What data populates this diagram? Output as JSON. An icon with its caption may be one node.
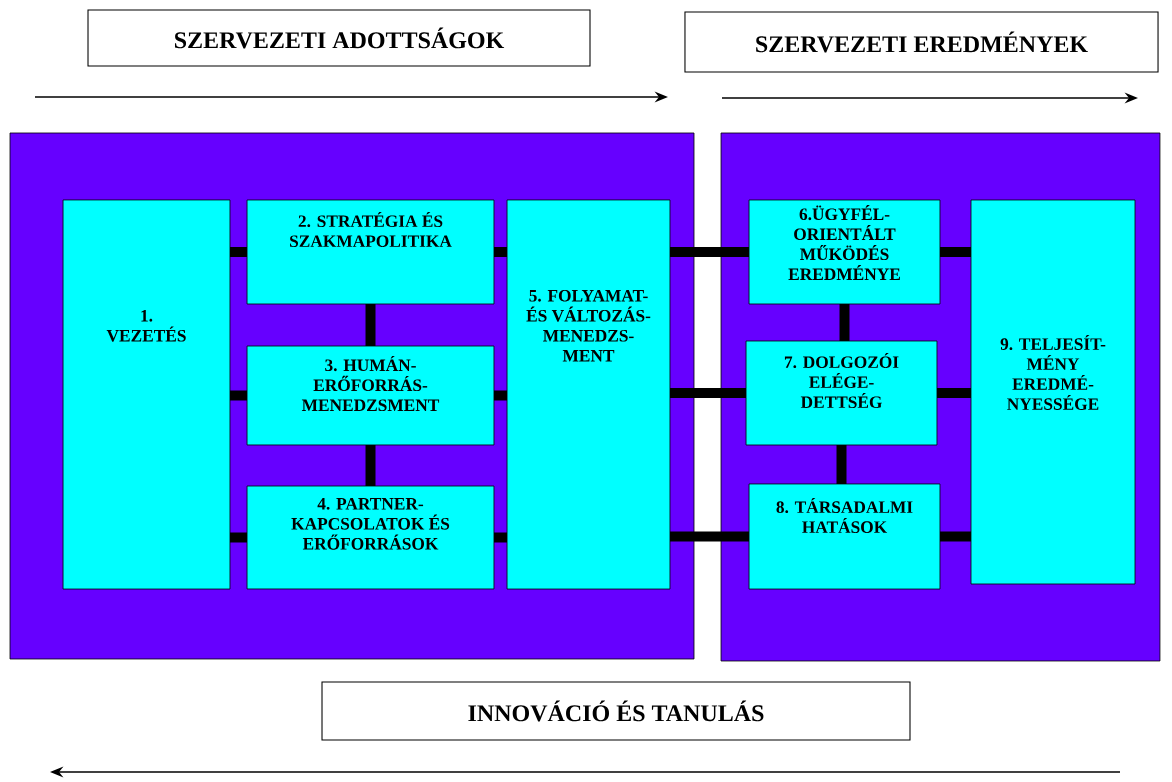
{
  "diagram": {
    "nodes": [
      {
        "text": [
          "SZERVEZETI ADOTTSÁGOK"
        ]
      },
      {
        "text": [
          "SZERVEZETI EREDMÉNYEK"
        ]
      },
      {
        "text": [],
        "shape": "box"
      },
      {
        "text": [
          "1. VEZETÉS"
        ],
        "in": 2
      },
      {
        "text": [
          "2. STRATÉGIA ÉS SZAKMAPOLITIKA"
        ],
        "in": 2
      },
      {
        "text": [
          "3. HUMÁN- ERŐFORRÁS- MENEDZSMENT"
        ],
        "in": 2
      },
      {
        "text": [
          "4. PARTNER- KAPCSOLATOK ÉS ERŐFORRÁSOK"
        ],
        "in": 2
      },
      {
        "text": [
          "5. FOLYAMAT- ÉS VÁLTOZÁS- MENEDZS- MENT"
        ],
        "in": 2
      },
      {
        "text": [],
        "shape": "box"
      },
      {
        "text": [
          "6.ÜGYFÉL- ORIENTÁLT MŰKÖDÉS EREDMÉNYE"
        ],
        "in": 8
      },
      {
        "text": [
          "7. DOLGOZÓI ELÉGE- DETTSÉG"
        ],
        "in": 8
      },
      {
        "text": [
          "8. TÁRSADALMI HATÁSOK"
        ],
        "in": 8
      },
      {
        "text": [
          "9. TELJESÍT- MÉNY EREDMÉ- NYESSÉGE"
        ],
        "in": 8
      },
      {
        "text": [
          "INNOVÁCIÓ ÉS TANULÁS"
        ]
      }
    ],
    "edges": [
      {
        "from": 3,
        "to": 4,
        "arrow": "none"
      },
      {
        "from": 3,
        "to": 5,
        "arrow": "none"
      },
      {
        "from": 3,
        "to": 6,
        "arrow": "none"
      },
      {
        "from": 4,
        "to": 5,
        "arrow": "none"
      },
      {
        "from": 5,
        "to": 6,
        "arrow": "none"
      },
      {
        "from": 4,
        "to": 7,
        "arrow": "none"
      },
      {
        "from": 5,
        "to": 7,
        "arrow": "none"
      },
      {
        "from": 6,
        "to": 7,
        "arrow": "none"
      },
      {
        "from": 7,
        "to": 9,
        "arrow": "none"
      },
      {
        "from": 7,
        "to": 10,
        "arrow": "none"
      },
      {
        "from": 7,
        "to": 11,
        "arrow": "none"
      },
      {
        "from": 9,
        "to": 10,
        "arrow": "none"
      },
      {
        "from": 10,
        "to": 11,
        "arrow": "none"
      },
      {
        "from": 9,
        "to": 12,
        "arrow": "none"
      },
      {
        "from": 10,
        "to": 12,
        "arrow": "none"
      },
      {
        "from": 11,
        "to": 12,
        "arrow": "none"
      }
    ]
  }
}
